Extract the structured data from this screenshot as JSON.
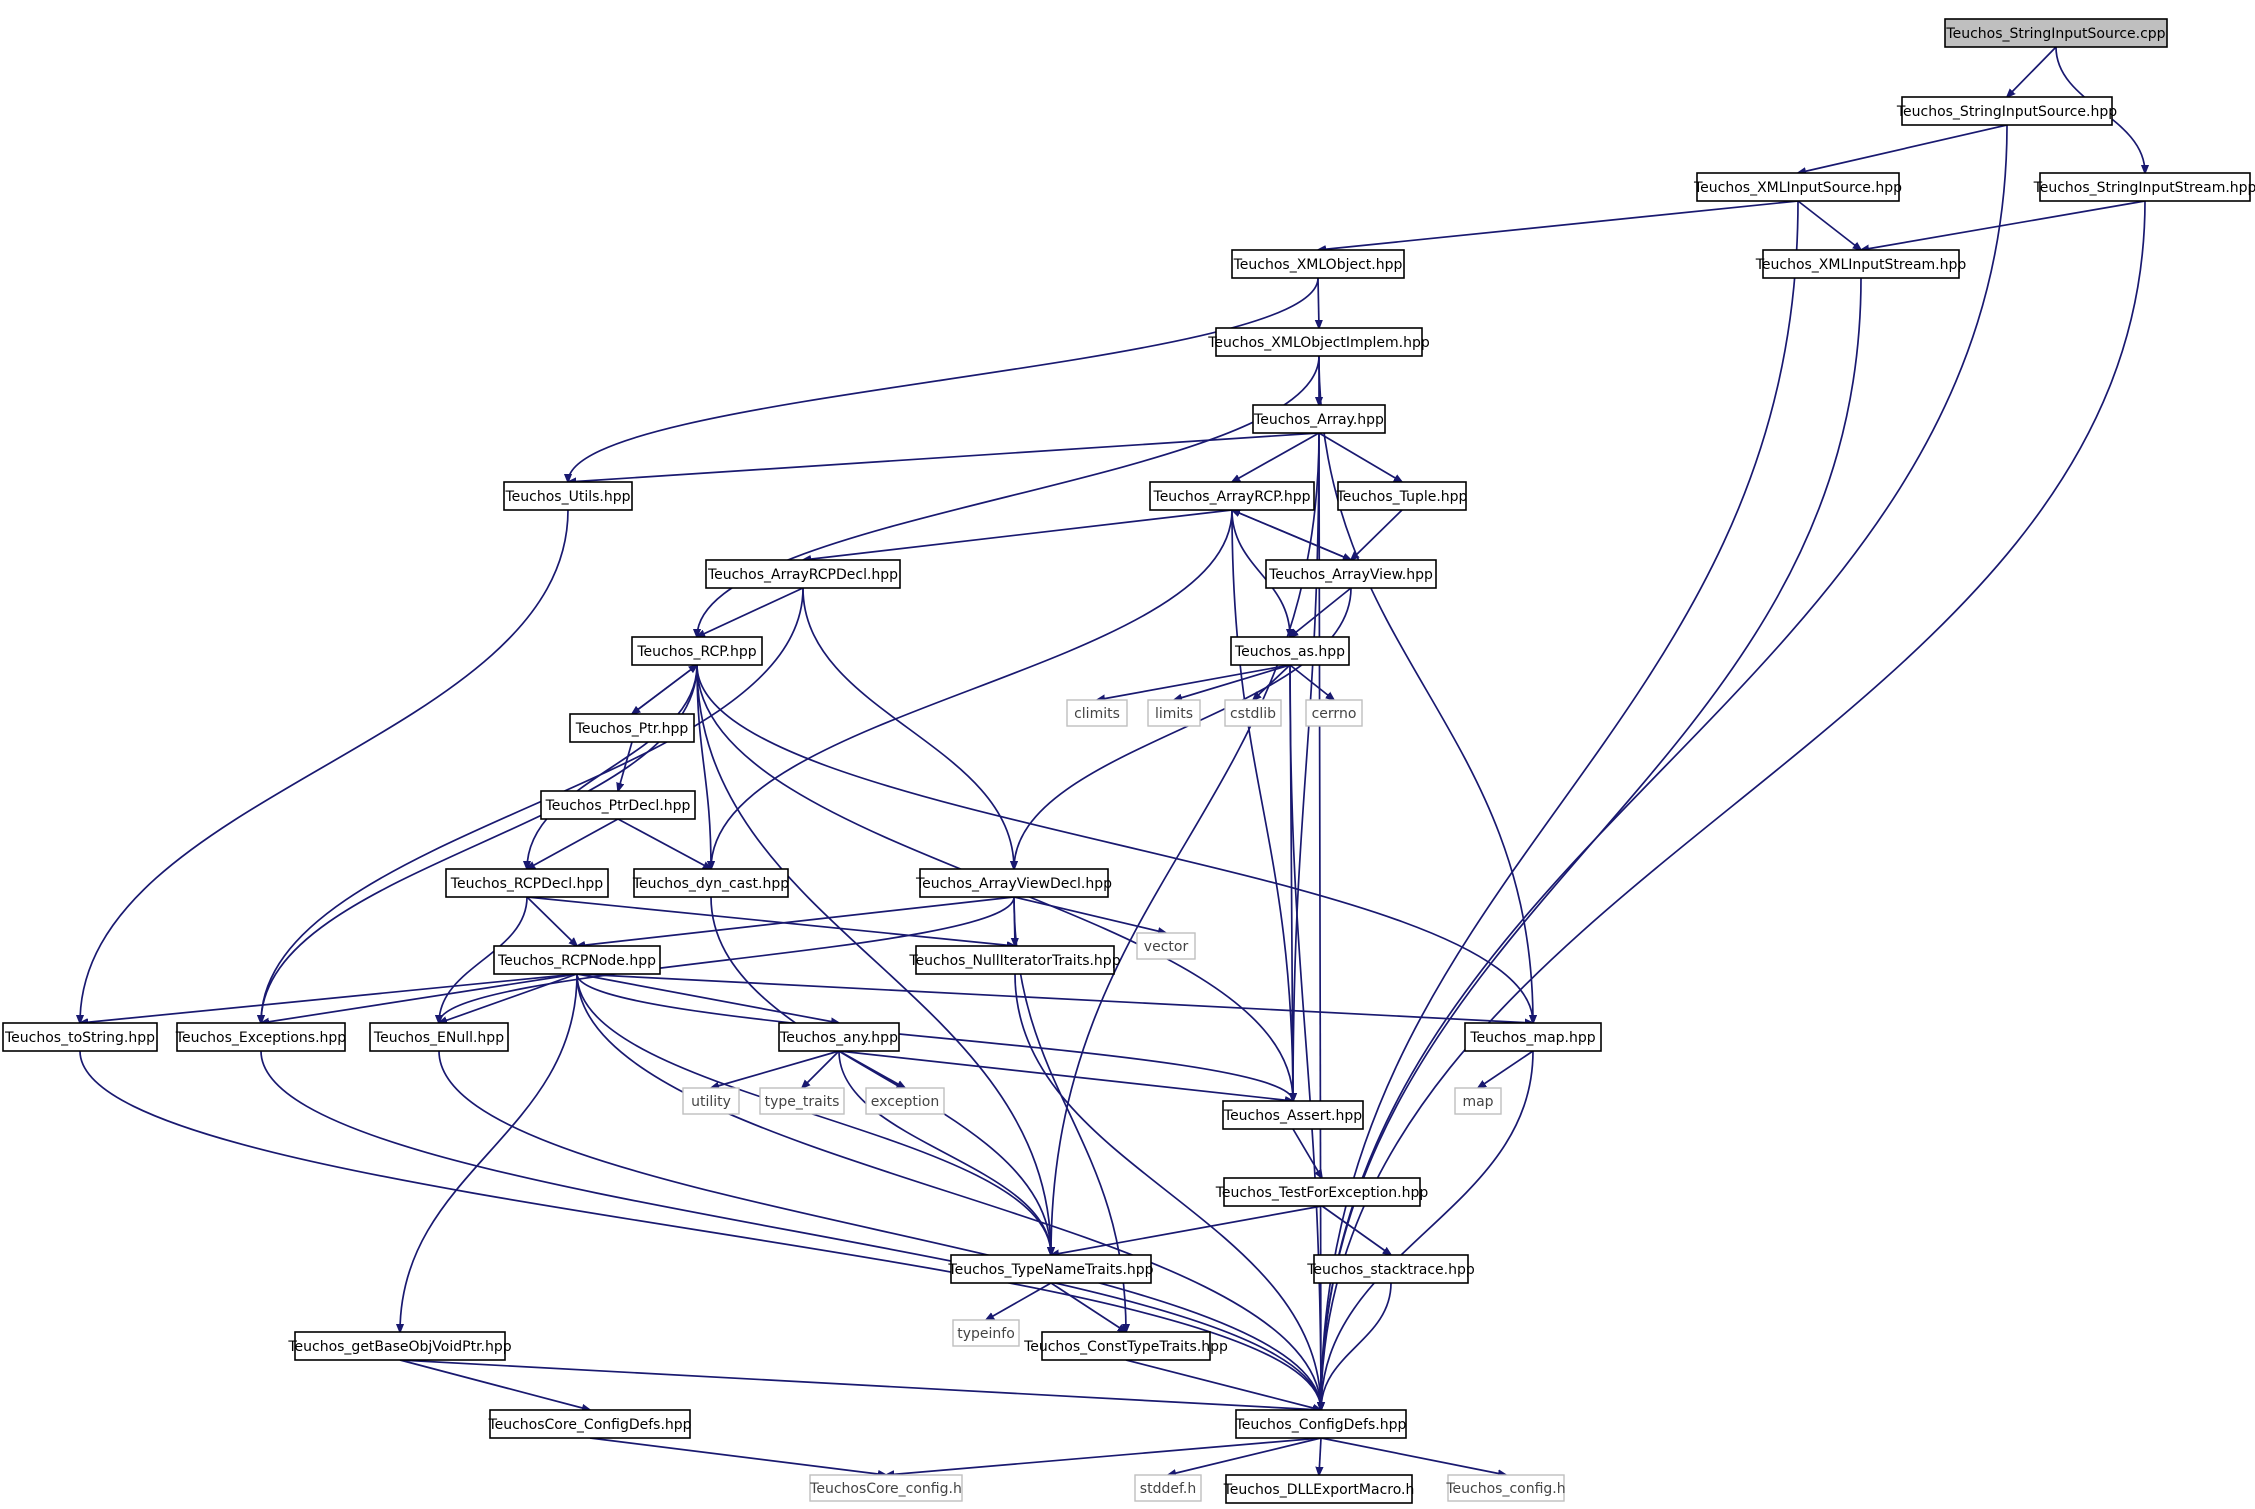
{
  "diagram": {
    "type": "include-dependency-graph",
    "colors": {
      "edge": "#191970",
      "root_fill": "#bfbfbf",
      "node_border": "#000000",
      "external_border": "#bfbfbf"
    },
    "nodes": [
      {
        "id": "n0",
        "label": "Teuchos_StringInputSource.cpp",
        "kind": "root"
      },
      {
        "id": "n1",
        "label": "Teuchos_StringInputSource.hpp",
        "kind": "internal"
      },
      {
        "id": "n2",
        "label": "Teuchos_StringInputStream.hpp",
        "kind": "internal"
      },
      {
        "id": "n3",
        "label": "Teuchos_XMLInputSource.hpp",
        "kind": "internal"
      },
      {
        "id": "n4",
        "label": "Teuchos_XMLObject.hpp",
        "kind": "internal"
      },
      {
        "id": "n5",
        "label": "Teuchos_XMLInputStream.hpp",
        "kind": "internal"
      },
      {
        "id": "n6",
        "label": "Teuchos_XMLObjectImplem.hpp",
        "kind": "internal"
      },
      {
        "id": "n7",
        "label": "Teuchos_Array.hpp",
        "kind": "internal"
      },
      {
        "id": "n8",
        "label": "Teuchos_Utils.hpp",
        "kind": "internal"
      },
      {
        "id": "n9",
        "label": "Teuchos_ArrayRCP.hpp",
        "kind": "internal"
      },
      {
        "id": "n10",
        "label": "Teuchos_Tuple.hpp",
        "kind": "internal"
      },
      {
        "id": "n11",
        "label": "Teuchos_ArrayRCPDecl.hpp",
        "kind": "internal"
      },
      {
        "id": "n12",
        "label": "Teuchos_ArrayView.hpp",
        "kind": "internal"
      },
      {
        "id": "n13",
        "label": "Teuchos_RCP.hpp",
        "kind": "internal"
      },
      {
        "id": "n14",
        "label": "Teuchos_as.hpp",
        "kind": "internal"
      },
      {
        "id": "n15",
        "label": "Teuchos_Ptr.hpp",
        "kind": "internal"
      },
      {
        "id": "n16",
        "label": "climits",
        "kind": "external"
      },
      {
        "id": "n17",
        "label": "limits",
        "kind": "external"
      },
      {
        "id": "n18",
        "label": "cstdlib",
        "kind": "external"
      },
      {
        "id": "n19",
        "label": "cerrno",
        "kind": "external"
      },
      {
        "id": "n20",
        "label": "Teuchos_PtrDecl.hpp",
        "kind": "internal"
      },
      {
        "id": "n21",
        "label": "Teuchos_RCPDecl.hpp",
        "kind": "internal"
      },
      {
        "id": "n22",
        "label": "Teuchos_dyn_cast.hpp",
        "kind": "internal"
      },
      {
        "id": "n23",
        "label": "Teuchos_ArrayViewDecl.hpp",
        "kind": "internal"
      },
      {
        "id": "n24",
        "label": "Teuchos_RCPNode.hpp",
        "kind": "internal"
      },
      {
        "id": "n25",
        "label": "Teuchos_NullIteratorTraits.hpp",
        "kind": "internal"
      },
      {
        "id": "n26",
        "label": "vector",
        "kind": "external"
      },
      {
        "id": "n27",
        "label": "Teuchos_toString.hpp",
        "kind": "internal"
      },
      {
        "id": "n28",
        "label": "Teuchos_Exceptions.hpp",
        "kind": "internal"
      },
      {
        "id": "n29",
        "label": "Teuchos_ENull.hpp",
        "kind": "internal"
      },
      {
        "id": "n30",
        "label": "Teuchos_any.hpp",
        "kind": "internal"
      },
      {
        "id": "n31",
        "label": "Teuchos_map.hpp",
        "kind": "internal"
      },
      {
        "id": "n32",
        "label": "utility",
        "kind": "external"
      },
      {
        "id": "n33",
        "label": "type_traits",
        "kind": "external"
      },
      {
        "id": "n34",
        "label": "exception",
        "kind": "external"
      },
      {
        "id": "n35",
        "label": "Teuchos_Assert.hpp",
        "kind": "internal"
      },
      {
        "id": "n36",
        "label": "map",
        "kind": "external"
      },
      {
        "id": "n37",
        "label": "Teuchos_TestForException.hpp",
        "kind": "internal"
      },
      {
        "id": "n38",
        "label": "Teuchos_TypeNameTraits.hpp",
        "kind": "internal"
      },
      {
        "id": "n39",
        "label": "Teuchos_stacktrace.hpp",
        "kind": "internal"
      },
      {
        "id": "n40",
        "label": "Teuchos_getBaseObjVoidPtr.hpp",
        "kind": "internal"
      },
      {
        "id": "n41",
        "label": "typeinfo",
        "kind": "external"
      },
      {
        "id": "n42",
        "label": "Teuchos_ConstTypeTraits.hpp",
        "kind": "internal"
      },
      {
        "id": "n43",
        "label": "Teuchos_ConfigDefs.hpp",
        "kind": "internal"
      },
      {
        "id": "n44",
        "label": "TeuchosCore_ConfigDefs.hpp",
        "kind": "internal"
      },
      {
        "id": "n45",
        "label": "TeuchosCore_config.h",
        "kind": "external"
      },
      {
        "id": "n46",
        "label": "stddef.h",
        "kind": "external"
      },
      {
        "id": "n47",
        "label": "Teuchos_DLLExportMacro.h",
        "kind": "internal"
      },
      {
        "id": "n48",
        "label": "Teuchos_config.h",
        "kind": "external"
      }
    ],
    "edges": [
      [
        "n0",
        "n1"
      ],
      [
        "n0",
        "n2"
      ],
      [
        "n1",
        "n3"
      ],
      [
        "n1",
        "n43"
      ],
      [
        "n2",
        "n5"
      ],
      [
        "n2",
        "n43"
      ],
      [
        "n3",
        "n4"
      ],
      [
        "n3",
        "n5"
      ],
      [
        "n3",
        "n43"
      ],
      [
        "n4",
        "n6"
      ],
      [
        "n4",
        "n8"
      ],
      [
        "n5",
        "n43"
      ],
      [
        "n6",
        "n7"
      ],
      [
        "n6",
        "n13"
      ],
      [
        "n6",
        "n31"
      ],
      [
        "n7",
        "n8"
      ],
      [
        "n7",
        "n9"
      ],
      [
        "n7",
        "n10"
      ],
      [
        "n7",
        "n35"
      ],
      [
        "n7",
        "n38"
      ],
      [
        "n7",
        "n43"
      ],
      [
        "n8",
        "n27"
      ],
      [
        "n9",
        "n11"
      ],
      [
        "n9",
        "n12"
      ],
      [
        "n9",
        "n14"
      ],
      [
        "n9",
        "n22"
      ],
      [
        "n9",
        "n35"
      ],
      [
        "n10",
        "n12"
      ],
      [
        "n11",
        "n13"
      ],
      [
        "n11",
        "n23"
      ],
      [
        "n11",
        "n28"
      ],
      [
        "n12",
        "n9"
      ],
      [
        "n12",
        "n14"
      ],
      [
        "n12",
        "n23"
      ],
      [
        "n13",
        "n15"
      ],
      [
        "n13",
        "n21"
      ],
      [
        "n13",
        "n22"
      ],
      [
        "n13",
        "n28"
      ],
      [
        "n13",
        "n35"
      ],
      [
        "n13",
        "n38"
      ],
      [
        "n13",
        "n31"
      ],
      [
        "n14",
        "n16"
      ],
      [
        "n14",
        "n17"
      ],
      [
        "n14",
        "n18"
      ],
      [
        "n14",
        "n19"
      ],
      [
        "n14",
        "n35"
      ],
      [
        "n14",
        "n43"
      ],
      [
        "n15",
        "n13"
      ],
      [
        "n15",
        "n20"
      ],
      [
        "n20",
        "n21"
      ],
      [
        "n20",
        "n22"
      ],
      [
        "n21",
        "n24"
      ],
      [
        "n21",
        "n29"
      ],
      [
        "n21",
        "n25"
      ],
      [
        "n22",
        "n38"
      ],
      [
        "n23",
        "n24"
      ],
      [
        "n23",
        "n25"
      ],
      [
        "n23",
        "n26"
      ],
      [
        "n23",
        "n29"
      ],
      [
        "n23",
        "n42"
      ],
      [
        "n24",
        "n27"
      ],
      [
        "n24",
        "n28"
      ],
      [
        "n24",
        "n29"
      ],
      [
        "n24",
        "n30"
      ],
      [
        "n24",
        "n38"
      ],
      [
        "n24",
        "n35"
      ],
      [
        "n24",
        "n31"
      ],
      [
        "n24",
        "n40"
      ],
      [
        "n24",
        "n43"
      ],
      [
        "n25",
        "n43"
      ],
      [
        "n27",
        "n43"
      ],
      [
        "n28",
        "n43"
      ],
      [
        "n29",
        "n43"
      ],
      [
        "n30",
        "n32"
      ],
      [
        "n30",
        "n33"
      ],
      [
        "n30",
        "n34"
      ],
      [
        "n30",
        "n35"
      ],
      [
        "n30",
        "n38"
      ],
      [
        "n31",
        "n36"
      ],
      [
        "n31",
        "n43"
      ],
      [
        "n35",
        "n37"
      ],
      [
        "n37",
        "n38"
      ],
      [
        "n37",
        "n39"
      ],
      [
        "n38",
        "n41"
      ],
      [
        "n38",
        "n42"
      ],
      [
        "n39",
        "n43"
      ],
      [
        "n40",
        "n43"
      ],
      [
        "n40",
        "n44"
      ],
      [
        "n42",
        "n43"
      ],
      [
        "n43",
        "n45"
      ],
      [
        "n43",
        "n46"
      ],
      [
        "n43",
        "n47"
      ],
      [
        "n43",
        "n48"
      ],
      [
        "n44",
        "n45"
      ]
    ]
  }
}
